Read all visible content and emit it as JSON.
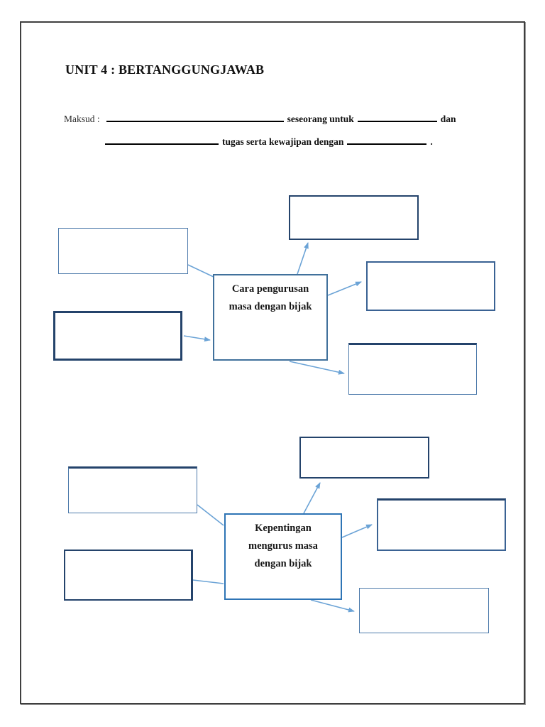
{
  "page": {
    "title": "UNIT 4 : BERTANGGUNGJAWAB"
  },
  "definition": {
    "label": "Maksud :",
    "line1_text1": "seseorang untuk",
    "line1_text2": "dan",
    "line2_text1": "tugas serta kewajipan dengan",
    "line2_text2": "."
  },
  "diagram1": {
    "center_label": "Cara pengurusan masa dengan bijak",
    "center_lines": [
      "Cara pengurusan",
      "masa dengan bijak"
    ]
  },
  "diagram2": {
    "center_label": "Kepentingan mengurus masa dengan bijak",
    "center_lines": [
      "Kepentingan",
      "mengurus masa",
      "dengan bijak"
    ]
  },
  "colors": {
    "box_dark": "#24436b",
    "box_med": "#3a6293",
    "box_light": "#4d7aab",
    "center1": "#41719c",
    "center2": "#2e74b5",
    "arrow": "#6ba3d6"
  }
}
